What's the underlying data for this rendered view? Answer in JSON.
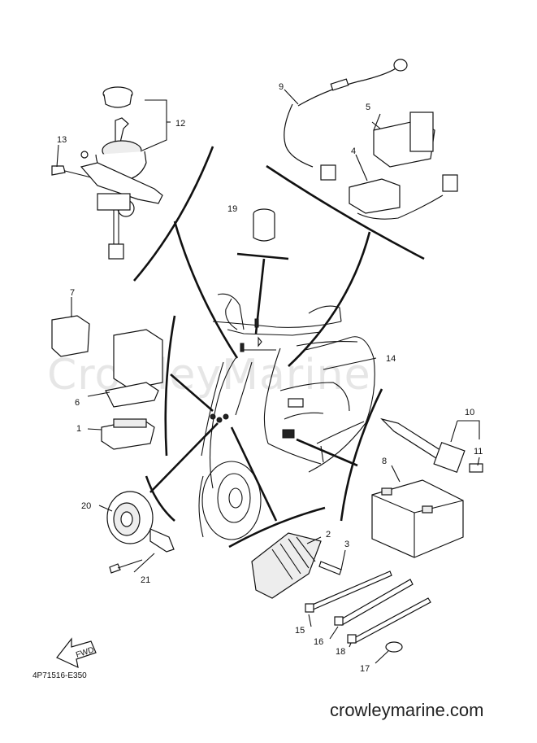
{
  "diagram": {
    "drawing_code": "4P71516-E350",
    "watermark_text": "CrowleyMarine",
    "footer_text": "crowleymarine.com",
    "fwd_label": "FWD",
    "callouts": [
      {
        "id": "1",
        "label": "1"
      },
      {
        "id": "2",
        "label": "2"
      },
      {
        "id": "3",
        "label": "3"
      },
      {
        "id": "4",
        "label": "4"
      },
      {
        "id": "5",
        "label": "5"
      },
      {
        "id": "6",
        "label": "6"
      },
      {
        "id": "7",
        "label": "7"
      },
      {
        "id": "8",
        "label": "8"
      },
      {
        "id": "9",
        "label": "9"
      },
      {
        "id": "10",
        "label": "10"
      },
      {
        "id": "11",
        "label": "11"
      },
      {
        "id": "12",
        "label": "12"
      },
      {
        "id": "13",
        "label": "13"
      },
      {
        "id": "14",
        "label": "14"
      },
      {
        "id": "15",
        "label": "15"
      },
      {
        "id": "16",
        "label": "16"
      },
      {
        "id": "17",
        "label": "17"
      },
      {
        "id": "18",
        "label": "18"
      },
      {
        "id": "19",
        "label": "19"
      },
      {
        "id": "20",
        "label": "20"
      },
      {
        "id": "21",
        "label": "21"
      }
    ]
  }
}
